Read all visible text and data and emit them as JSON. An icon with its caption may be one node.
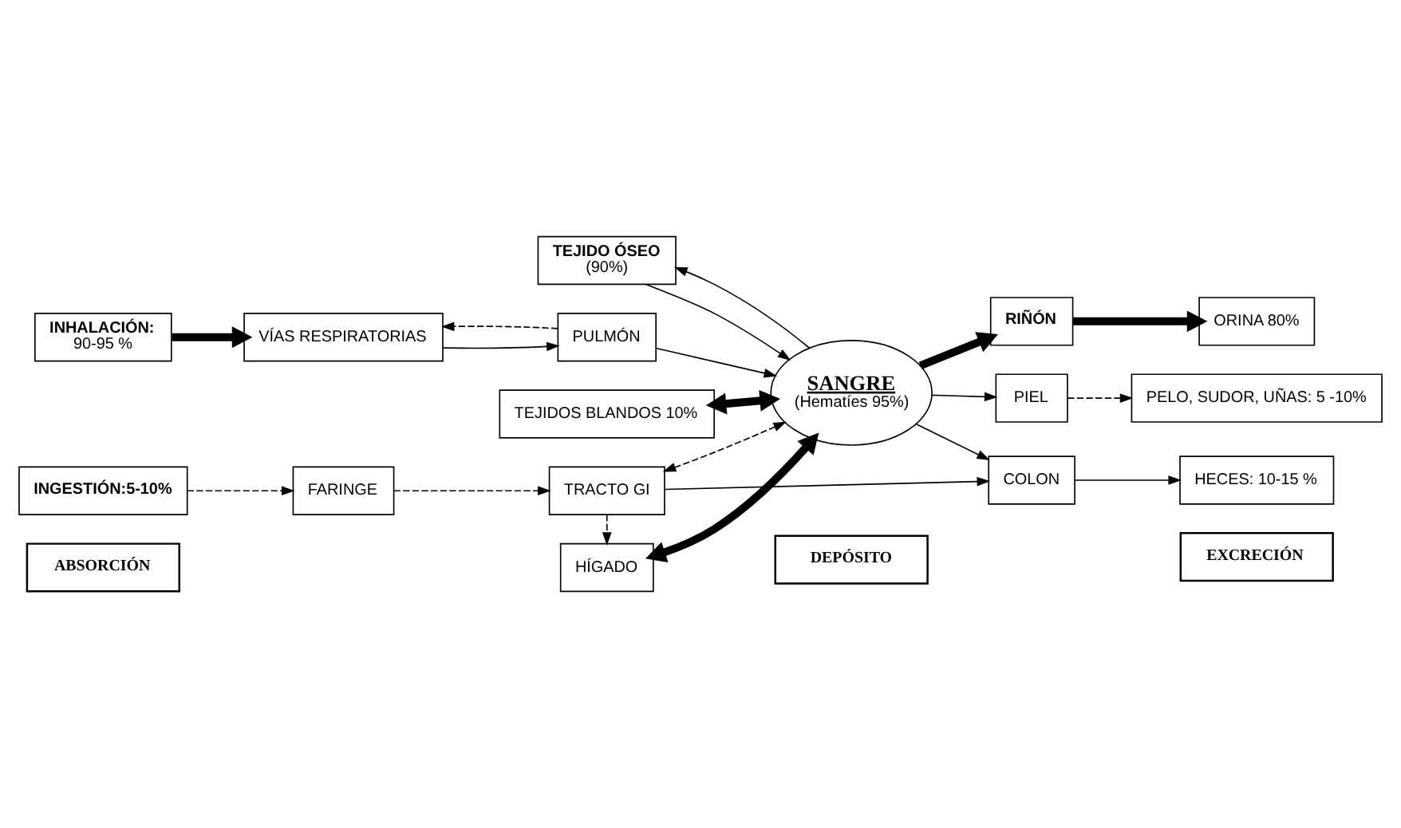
{
  "diagram": {
    "nodes": [
      {
        "text": [
          "ABSORCIÓN"
        ]
      },
      {
        "text": [
          "DEPÓSITO"
        ]
      },
      {
        "text": [
          "EXCRECIÓN"
        ]
      },
      {
        "text": [
          "TEJIDOS BLANDOS 10%"
        ]
      },
      {
        "text": [
          "TEJIDO ÓSEO",
          "(90%)"
        ]
      },
      {
        "text": [
          "INHALACIÓN:",
          "90-95 %"
        ]
      },
      {
        "text": [
          "VÍAS RESPIRATORIAS"
        ]
      },
      {
        "text": [
          "PULMÓN"
        ]
      },
      {
        "text": [
          "SANGRE",
          "(Hematíes 95%)"
        ]
      },
      {
        "text": [
          "PIEL"
        ]
      },
      {
        "text": [
          "PELO, SUDOR, UÑAS: 5 -10%"
        ]
      },
      {
        "text": [
          "INGESTIÓN:5-10%"
        ]
      },
      {
        "text": [
          "RIÑÓN"
        ]
      },
      {
        "text": [
          "ORINA 80%"
        ]
      },
      {
        "text": [
          "FARINGE"
        ]
      },
      {
        "text": [
          "TRACTO GI"
        ]
      },
      {
        "text": [
          "COLON"
        ]
      },
      {
        "text": [
          "HECES: 10-15 %"
        ]
      },
      {
        "text": [
          "HÍGADO"
        ]
      }
    ],
    "edges": [
      {
        "from": 5,
        "to": 6,
        "arrow": "to",
        "style": "thick"
      },
      {
        "from": 7,
        "to": 6,
        "arrow": "to",
        "style": "dashed"
      },
      {
        "from": 6,
        "to": 7,
        "arrow": "to"
      },
      {
        "from": 7,
        "to": 8,
        "arrow": "to"
      },
      {
        "from": 8,
        "to": 3,
        "arrow": "both",
        "style": "thick"
      },
      {
        "from": 8,
        "to": 4,
        "arrow": "to"
      },
      {
        "from": 4,
        "to": 8,
        "arrow": "to"
      },
      {
        "from": 8,
        "to": 9,
        "arrow": "to"
      },
      {
        "from": 9,
        "to": 10,
        "arrow": "to",
        "style": "dashed"
      },
      {
        "from": 11,
        "to": 14,
        "arrow": "to",
        "style": "dashed"
      },
      {
        "from": 14,
        "to": 15,
        "arrow": "to",
        "style": "dashed"
      },
      {
        "from": 15,
        "to": 8,
        "arrow": "both",
        "style": "dashed"
      },
      {
        "from": 15,
        "to": 18,
        "arrow": "to",
        "style": "dashed"
      },
      {
        "from": 18,
        "to": 8,
        "arrow": "both",
        "style": "thick"
      },
      {
        "from": 8,
        "to": 12,
        "arrow": "to",
        "style": "thick"
      },
      {
        "from": 12,
        "to": 13,
        "arrow": "to",
        "style": "thick"
      },
      {
        "from": 8,
        "to": 16,
        "arrow": "to"
      },
      {
        "from": 15,
        "to": 16,
        "arrow": "to"
      },
      {
        "from": 16,
        "to": 17,
        "arrow": "to"
      }
    ]
  }
}
